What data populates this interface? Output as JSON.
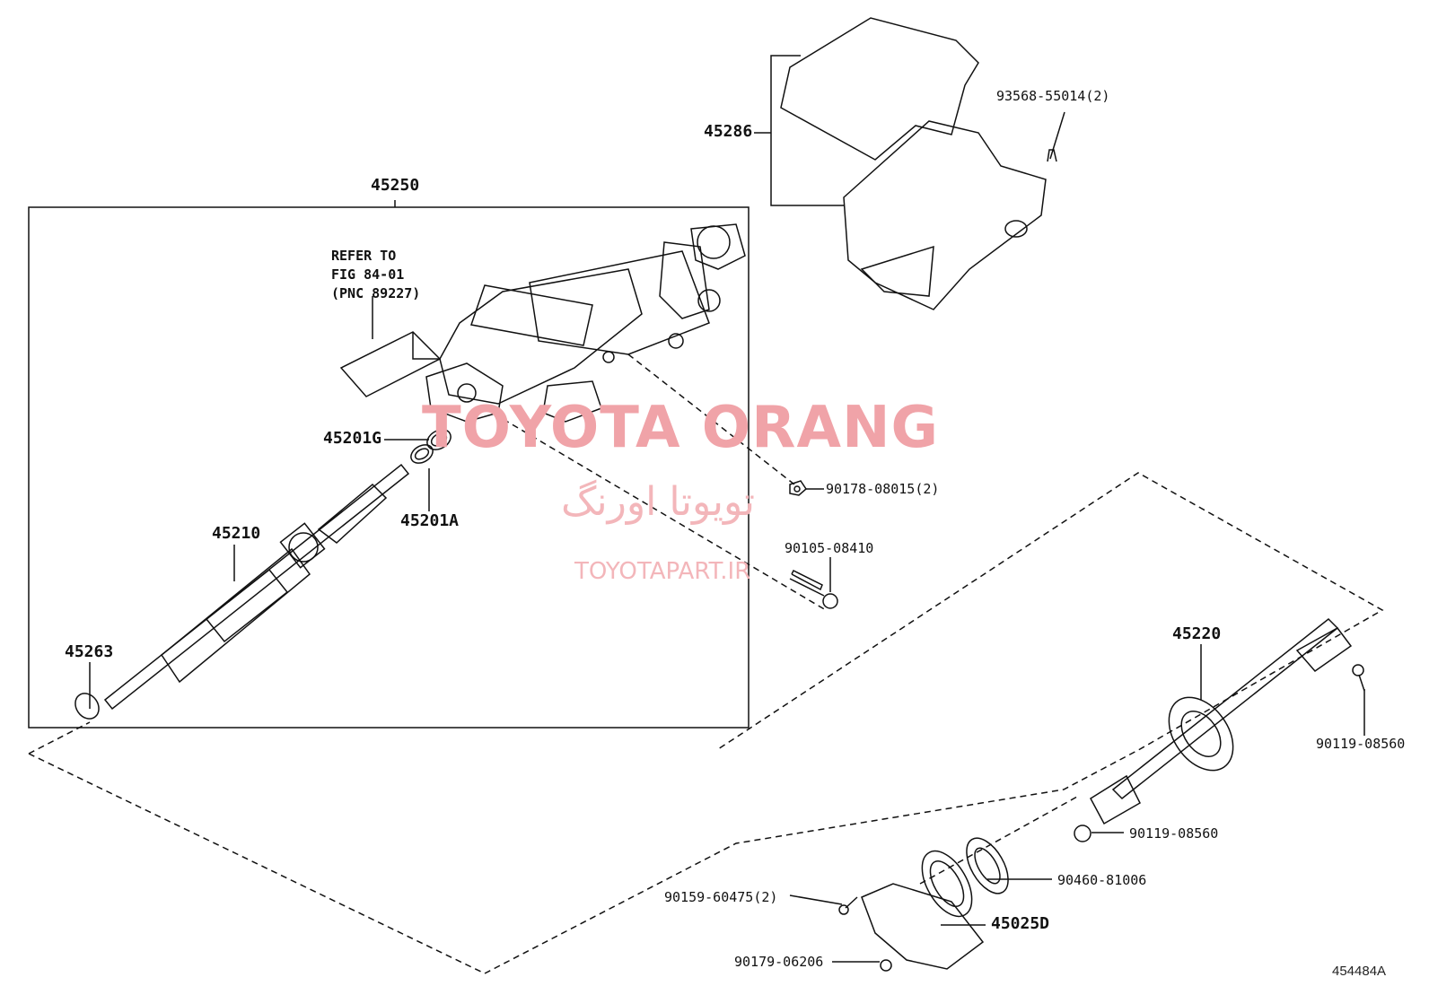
{
  "labels": {
    "p45250": "45250",
    "p45286": "45286",
    "p93568": "93568-55014(2)",
    "refer1": "REFER TO",
    "refer2": "FIG 84-01",
    "refer3": "(PNC 89227)",
    "p45201g": "45201G",
    "p45201a": "45201A",
    "p90178": "90178-08015(2)",
    "p90105": "90105-08410",
    "p45210": "45210",
    "p45263": "45263",
    "p45220": "45220",
    "p90119a": "90119-08560",
    "p90119b": "90119-08560",
    "p90460": "90460-81006",
    "p90159": "90159-60475(2)",
    "p45025d": "45025D",
    "p90179": "90179-06206"
  },
  "watermark": {
    "main": "TOYOTA ORANG",
    "persian": "تويوتا اورنگ",
    "url": "TOYOTAPART.IR"
  },
  "figure_code": "454484A",
  "colors": {
    "line": "#111111",
    "watermark": "#f0a3a8",
    "background": "#ffffff"
  }
}
